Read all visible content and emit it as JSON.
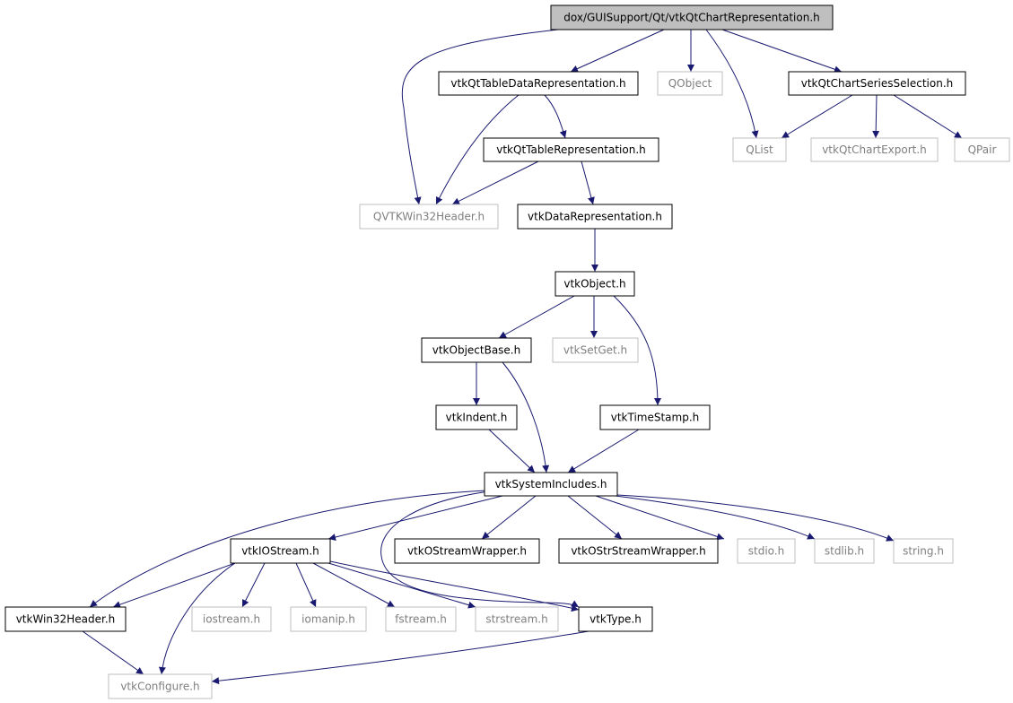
{
  "diagram": {
    "colors": {
      "edge": "#191970",
      "node_border_solid": "#000000",
      "node_border_ghost": "#bfbfbf",
      "node_fill": "#ffffff",
      "root_fill": "#bfbfbf",
      "text_solid": "#000000",
      "text_ghost": "#7f7f7f"
    },
    "nodes": [
      {
        "id": "root",
        "label": "dox/GUISupport/Qt/vtkQtChartRepresentation.h",
        "style": "root"
      },
      {
        "id": "qttabledatarep",
        "label": "vtkQtTableDataRepresentation.h",
        "style": "solid"
      },
      {
        "id": "qobject",
        "label": "QObject",
        "style": "ghost"
      },
      {
        "id": "chartseriessel",
        "label": "vtkQtChartSeriesSelection.h",
        "style": "solid"
      },
      {
        "id": "qttablerep",
        "label": "vtkQtTableRepresentation.h",
        "style": "solid"
      },
      {
        "id": "qlist",
        "label": "QList",
        "style": "ghost"
      },
      {
        "id": "chartexport",
        "label": "vtkQtChartExport.h",
        "style": "ghost"
      },
      {
        "id": "qpair",
        "label": "QPair",
        "style": "ghost"
      },
      {
        "id": "qvtkwin32",
        "label": "QVTKWin32Header.h",
        "style": "ghost"
      },
      {
        "id": "datarep",
        "label": "vtkDataRepresentation.h",
        "style": "solid"
      },
      {
        "id": "object",
        "label": "vtkObject.h",
        "style": "solid"
      },
      {
        "id": "objectbase",
        "label": "vtkObjectBase.h",
        "style": "solid"
      },
      {
        "id": "setget",
        "label": "vtkSetGet.h",
        "style": "ghost"
      },
      {
        "id": "indent",
        "label": "vtkIndent.h",
        "style": "solid"
      },
      {
        "id": "timestamp",
        "label": "vtkTimeStamp.h",
        "style": "solid"
      },
      {
        "id": "sysincl",
        "label": "vtkSystemIncludes.h",
        "style": "solid"
      },
      {
        "id": "iostream_h",
        "label": "vtkIOStream.h",
        "style": "solid"
      },
      {
        "id": "ostreamwrap",
        "label": "vtkOStreamWrapper.h",
        "style": "solid"
      },
      {
        "id": "ostrstreamwrap",
        "label": "vtkOStrStreamWrapper.h",
        "style": "solid"
      },
      {
        "id": "stdio",
        "label": "stdio.h",
        "style": "ghost"
      },
      {
        "id": "stdlib",
        "label": "stdlib.h",
        "style": "ghost"
      },
      {
        "id": "string",
        "label": "string.h",
        "style": "ghost"
      },
      {
        "id": "win32header",
        "label": "vtkWin32Header.h",
        "style": "solid"
      },
      {
        "id": "iostream",
        "label": "iostream.h",
        "style": "ghost"
      },
      {
        "id": "iomanip",
        "label": "iomanip.h",
        "style": "ghost"
      },
      {
        "id": "fstream",
        "label": "fstream.h",
        "style": "ghost"
      },
      {
        "id": "strstream",
        "label": "strstream.h",
        "style": "ghost"
      },
      {
        "id": "type",
        "label": "vtkType.h",
        "style": "solid"
      },
      {
        "id": "configure",
        "label": "vtkConfigure.h",
        "style": "ghost"
      }
    ],
    "edges": [
      [
        "root",
        "qttabledatarep"
      ],
      [
        "root",
        "qobject"
      ],
      [
        "root",
        "chartseriessel"
      ],
      [
        "root",
        "qlist"
      ],
      [
        "root",
        "qvtkwin32"
      ],
      [
        "qttabledatarep",
        "qttablerep"
      ],
      [
        "qttabledatarep",
        "qvtkwin32"
      ],
      [
        "chartseriessel",
        "qlist"
      ],
      [
        "chartseriessel",
        "chartexport"
      ],
      [
        "chartseriessel",
        "qpair"
      ],
      [
        "qttablerep",
        "qvtkwin32"
      ],
      [
        "qttablerep",
        "datarep"
      ],
      [
        "datarep",
        "object"
      ],
      [
        "object",
        "objectbase"
      ],
      [
        "object",
        "setget"
      ],
      [
        "object",
        "timestamp"
      ],
      [
        "objectbase",
        "indent"
      ],
      [
        "objectbase",
        "sysincl"
      ],
      [
        "indent",
        "sysincl"
      ],
      [
        "timestamp",
        "sysincl"
      ],
      [
        "sysincl",
        "iostream_h"
      ],
      [
        "sysincl",
        "ostreamwrap"
      ],
      [
        "sysincl",
        "ostrstreamwrap"
      ],
      [
        "sysincl",
        "stdio"
      ],
      [
        "sysincl",
        "stdlib"
      ],
      [
        "sysincl",
        "string"
      ],
      [
        "sysincl",
        "win32header"
      ],
      [
        "sysincl",
        "type"
      ],
      [
        "iostream_h",
        "win32header"
      ],
      [
        "iostream_h",
        "iostream"
      ],
      [
        "iostream_h",
        "iomanip"
      ],
      [
        "iostream_h",
        "fstream"
      ],
      [
        "iostream_h",
        "strstream"
      ],
      [
        "iostream_h",
        "configure"
      ],
      [
        "iostream_h",
        "type"
      ],
      [
        "win32header",
        "configure"
      ],
      [
        "type",
        "configure"
      ]
    ]
  }
}
